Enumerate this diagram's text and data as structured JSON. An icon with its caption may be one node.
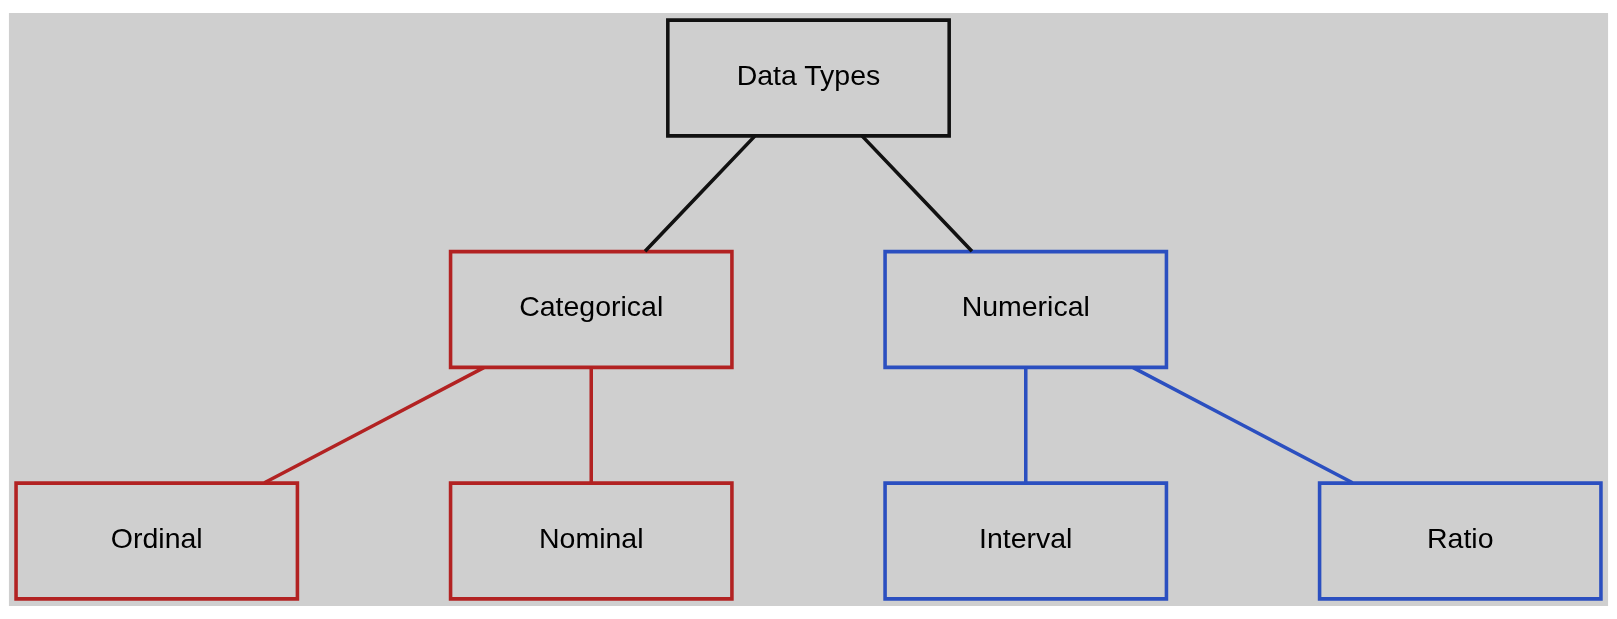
{
  "diagram": {
    "nodes": [
      {
        "text": [
          "Data Types"
        ]
      },
      {
        "text": [
          "Categorical"
        ]
      },
      {
        "text": [
          "Numerical"
        ]
      },
      {
        "text": [
          "Ordinal"
        ]
      },
      {
        "text": [
          "Nominal"
        ]
      },
      {
        "text": [
          "Interval"
        ]
      },
      {
        "text": [
          "Ratio"
        ]
      }
    ],
    "edges": [
      {
        "from": 0,
        "to": 1,
        "arrow": "none",
        "color": "#111111"
      },
      {
        "from": 0,
        "to": 2,
        "arrow": "none",
        "color": "#111111"
      },
      {
        "from": 1,
        "to": 3,
        "arrow": "none",
        "color": "#b22222"
      },
      {
        "from": 1,
        "to": 4,
        "arrow": "none",
        "color": "#b22222"
      },
      {
        "from": 2,
        "to": 5,
        "arrow": "none",
        "color": "#2b4fc0"
      },
      {
        "from": 2,
        "to": 6,
        "arrow": "none",
        "color": "#2b4fc0"
      }
    ]
  }
}
